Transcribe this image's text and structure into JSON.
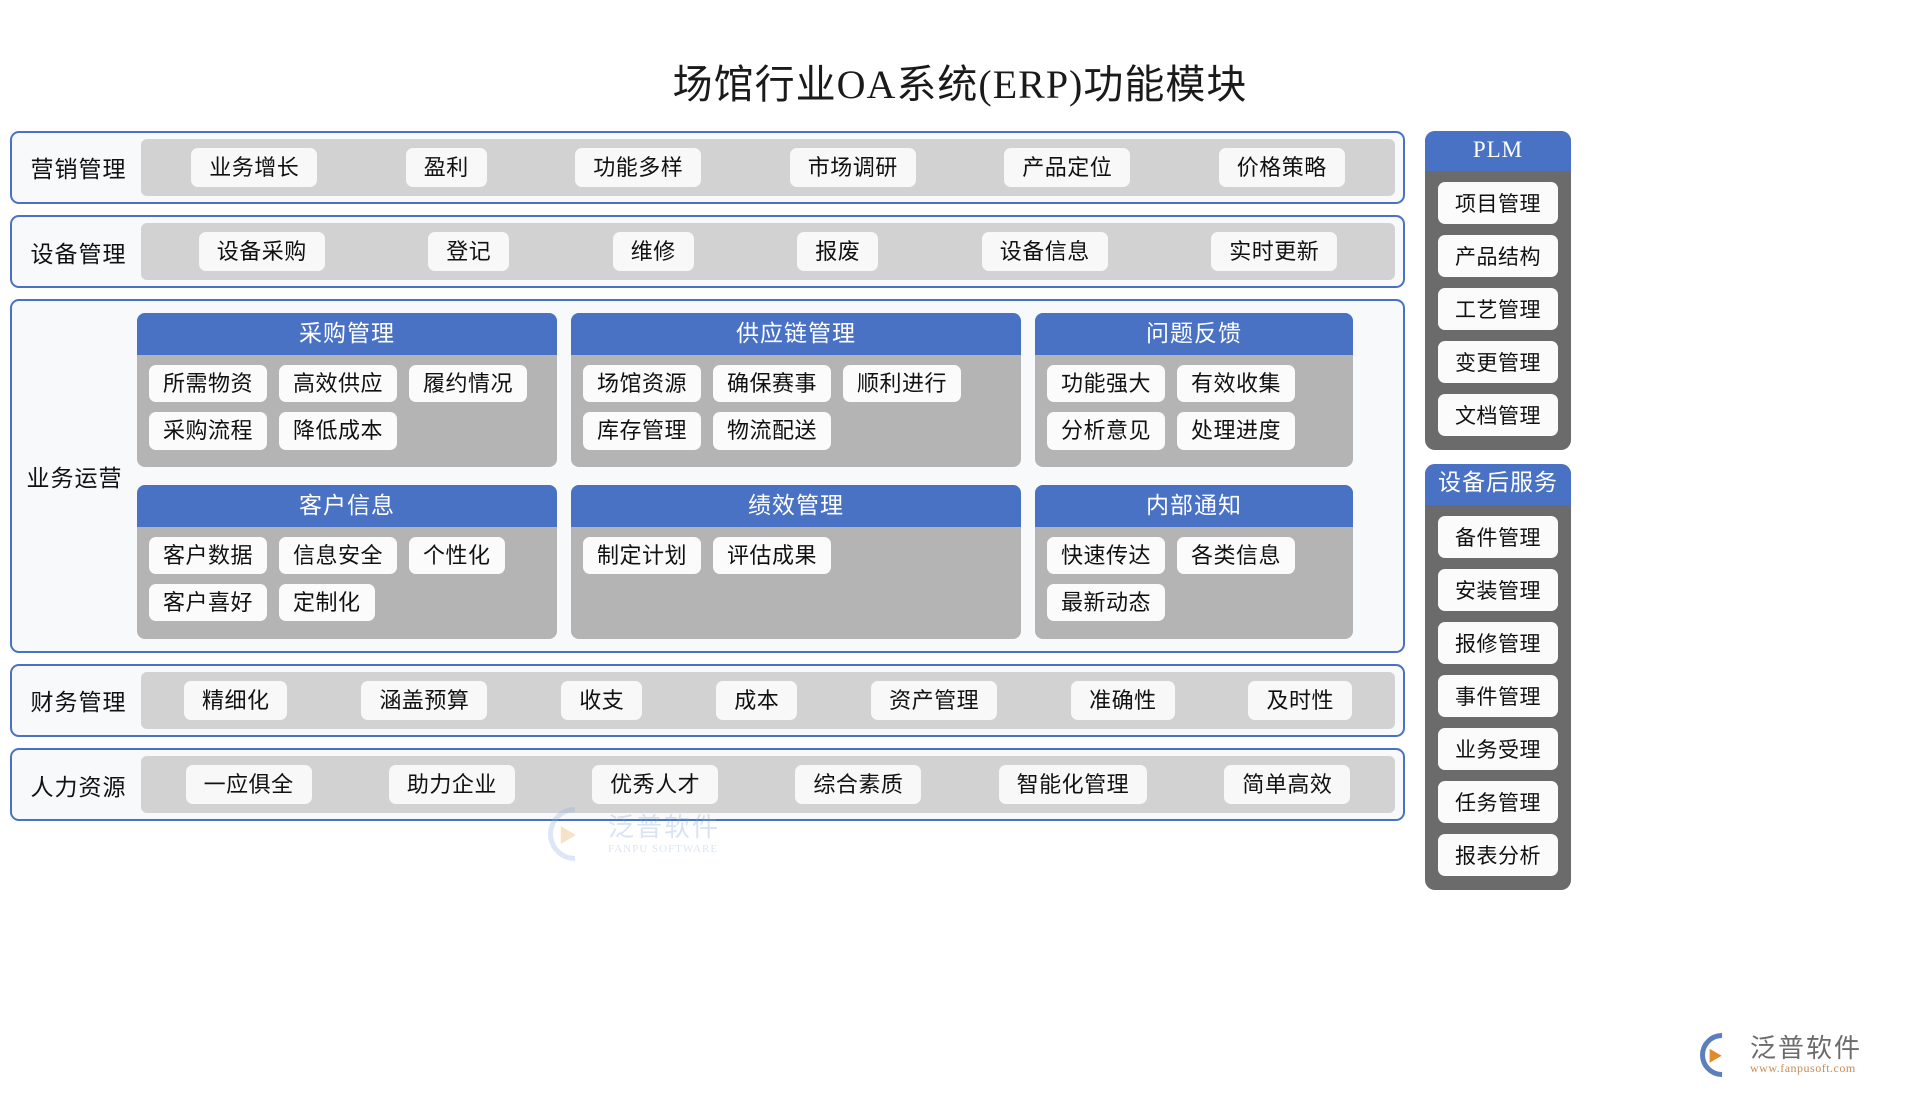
{
  "title": "场馆行业OA系统(ERP)功能模块",
  "colors": {
    "accent_blue": "#4a72c4",
    "card_gray": "#b4b4b4",
    "strip_gray": "#d2d2d2",
    "sidebar_gray": "#6b6b6b",
    "panel_bg": "#f8f9fa",
    "pill_bg": "#f8f8f8"
  },
  "bands": [
    {
      "label": "营销管理",
      "items": [
        "业务增长",
        "盈利",
        "功能多样",
        "市场调研",
        "产品定位",
        "价格策略"
      ]
    },
    {
      "label": "设备管理",
      "items": [
        "设备采购",
        "登记",
        "维修",
        "报废",
        "设备信息",
        "实时更新"
      ]
    }
  ],
  "operations": {
    "label": "业务运营",
    "rows": [
      [
        {
          "title": "采购管理",
          "items": [
            "所需物资",
            "高效供应",
            "履约情况",
            "采购流程",
            "降低成本"
          ]
        },
        {
          "title": "供应链管理",
          "items": [
            "场馆资源",
            "确保赛事",
            "顺利进行",
            "库存管理",
            "物流配送"
          ]
        },
        {
          "title": "问题反馈",
          "items": [
            "功能强大",
            "有效收集",
            "分析意见",
            "处理进度"
          ]
        }
      ],
      [
        {
          "title": "客户信息",
          "items": [
            "客户数据",
            "信息安全",
            "个性化",
            "客户喜好",
            "定制化"
          ]
        },
        {
          "title": "绩效管理",
          "items": [
            "制定计划",
            "评估成果"
          ]
        },
        {
          "title": "内部通知",
          "items": [
            "快速传达",
            "各类信息",
            "最新动态"
          ]
        }
      ]
    ]
  },
  "bottom_bands": [
    {
      "label": "财务管理",
      "items": [
        "精细化",
        "涵盖预算",
        "收支",
        "成本",
        "资产管理",
        "准确性",
        "及时性"
      ]
    },
    {
      "label": "人力资源",
      "items": [
        "一应俱全",
        "助力企业",
        "优秀人才",
        "综合素质",
        "智能化管理",
        "简单高效"
      ]
    }
  ],
  "sidebars": [
    {
      "title": "PLM",
      "items": [
        "项目管理",
        "产品结构",
        "工艺管理",
        "变更管理",
        "文档管理"
      ]
    },
    {
      "title": "设备后服务",
      "items": [
        "备件管理",
        "安装管理",
        "报修管理",
        "事件管理",
        "业务受理",
        "任务管理",
        "报表分析"
      ]
    }
  ],
  "watermark": {
    "cn": "泛普软件",
    "en": "FANPU SOFTWARE"
  },
  "logo": {
    "cn": "泛普软件",
    "en": "www.fanpusoft.com"
  }
}
